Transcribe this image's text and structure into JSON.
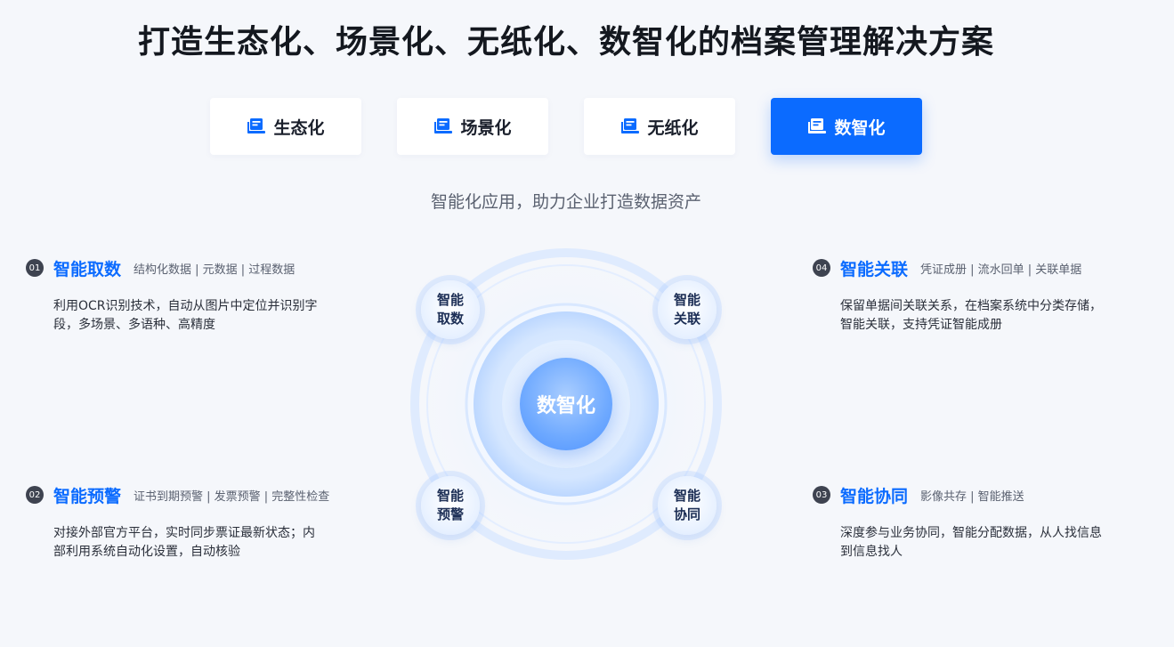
{
  "page": {
    "title": "打造生态化、场景化、无纸化、数智化的档案管理解决方案",
    "subtitle": "智能化应用，助力企业打造数据资产"
  },
  "tabs": [
    {
      "label": "生态化",
      "icon": "document-stack-icon",
      "active": false
    },
    {
      "label": "场景化",
      "icon": "document-stack-icon",
      "active": false
    },
    {
      "label": "无纸化",
      "icon": "document-stack-icon",
      "active": false
    },
    {
      "label": "数智化",
      "icon": "document-stack-icon",
      "active": true
    }
  ],
  "features": [
    {
      "num": "01",
      "title": "智能取数",
      "tags": "结构化数据 | 元数据 | 过程数据",
      "desc": "利用OCR识别技术，自动从图片中定位并识别字段，多场景、多语种、高精度"
    },
    {
      "num": "02",
      "title": "智能预警",
      "tags": "证书到期预警 | 发票预警 | 完整性检查",
      "desc": "对接外部官方平台，实时同步票证最新状态；内部利用系统自动化设置，自动核验"
    },
    {
      "num": "04",
      "title": "智能关联",
      "tags": "凭证成册 | 流水回单 | 关联单据",
      "desc": "保留单据间关联关系，在档案系统中分类存储，智能关联，支持凭证智能成册"
    },
    {
      "num": "03",
      "title": "智能协同",
      "tags": "影像共存 | 智能推送",
      "desc": "深度参与业务协同，智能分配数据，从人找信息到信息找人"
    }
  ],
  "diagram": {
    "core": "数智化",
    "nodes": [
      {
        "line1": "智能",
        "line2": "取数"
      },
      {
        "line1": "智能",
        "line2": "关联"
      },
      {
        "line1": "智能",
        "line2": "预警"
      },
      {
        "line1": "智能",
        "line2": "协同"
      }
    ]
  },
  "colors": {
    "accent": "#0b6bff",
    "background": "#f5f7fb"
  }
}
